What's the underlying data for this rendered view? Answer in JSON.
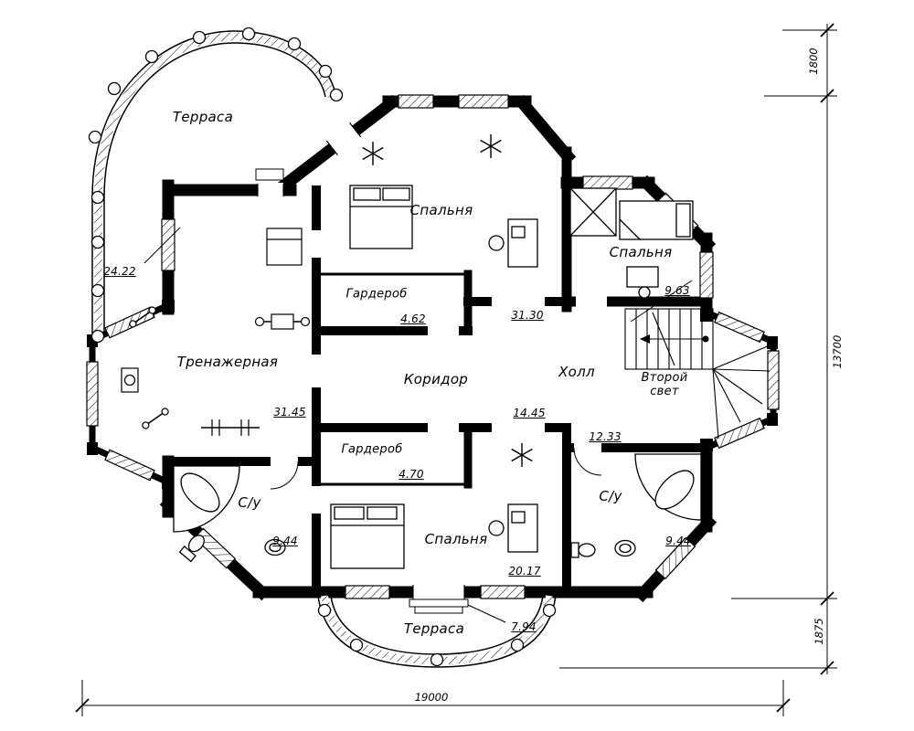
{
  "title": "Floor plan",
  "colors": {
    "ink": "#000000",
    "background": "#ffffff"
  },
  "rooms": {
    "terrace_top": {
      "name": "Терраса",
      "area": "24.22"
    },
    "bedroom_top": {
      "name": "Спальня",
      "area": "31.30"
    },
    "wardrobe_top": {
      "name": "Гардероб",
      "area": "4.62"
    },
    "bedroom_right": {
      "name": "Спальня",
      "area": "9.63"
    },
    "gym": {
      "name": "Тренажерная",
      "area": "31.45"
    },
    "corridor": {
      "name": "Коридор",
      "area": "14.45"
    },
    "hall": {
      "name": "Холл",
      "area": "12.33"
    },
    "second_light": {
      "name": "Второй свет"
    },
    "wardrobe_bottom": {
      "name": "Гардероб",
      "area": "4.70"
    },
    "bathroom_left": {
      "name": "С/у",
      "area": "9.44"
    },
    "bedroom_bottom": {
      "name": "Спальня",
      "area": "20.17"
    },
    "bathroom_right": {
      "name": "С/у",
      "area": "9.44"
    },
    "terrace_bottom": {
      "name": "Терраса",
      "area": "7.94"
    }
  },
  "dimensions": {
    "width": "19000",
    "height": "13700",
    "top_offset": "1800",
    "bottom_offset": "1875"
  }
}
